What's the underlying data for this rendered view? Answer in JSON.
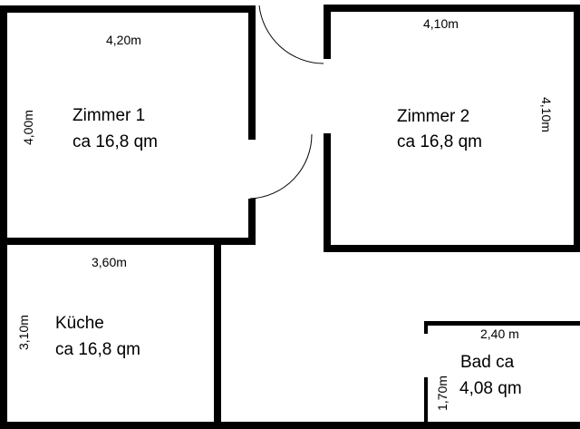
{
  "floorplan": {
    "rooms": [
      {
        "id": "zimmer-1",
        "name": "Zimmer 1",
        "area": "ca 16,8 qm",
        "width": "4,20m",
        "height": "4,00m"
      },
      {
        "id": "zimmer-2",
        "name": "Zimmer 2",
        "area": "ca 16,8 qm",
        "width": "4,10m",
        "height": "4,10m"
      },
      {
        "id": "kueche",
        "name": "Küche",
        "area": "ca 16,8 qm",
        "width": "3,60m",
        "height": "3,10m"
      },
      {
        "id": "bad",
        "name": "Bad ca",
        "area": "4,08 qm",
        "width": "2,40 m",
        "height": "1,70m"
      }
    ],
    "colors": {
      "wall": "#000000",
      "background": "#ffffff"
    }
  }
}
